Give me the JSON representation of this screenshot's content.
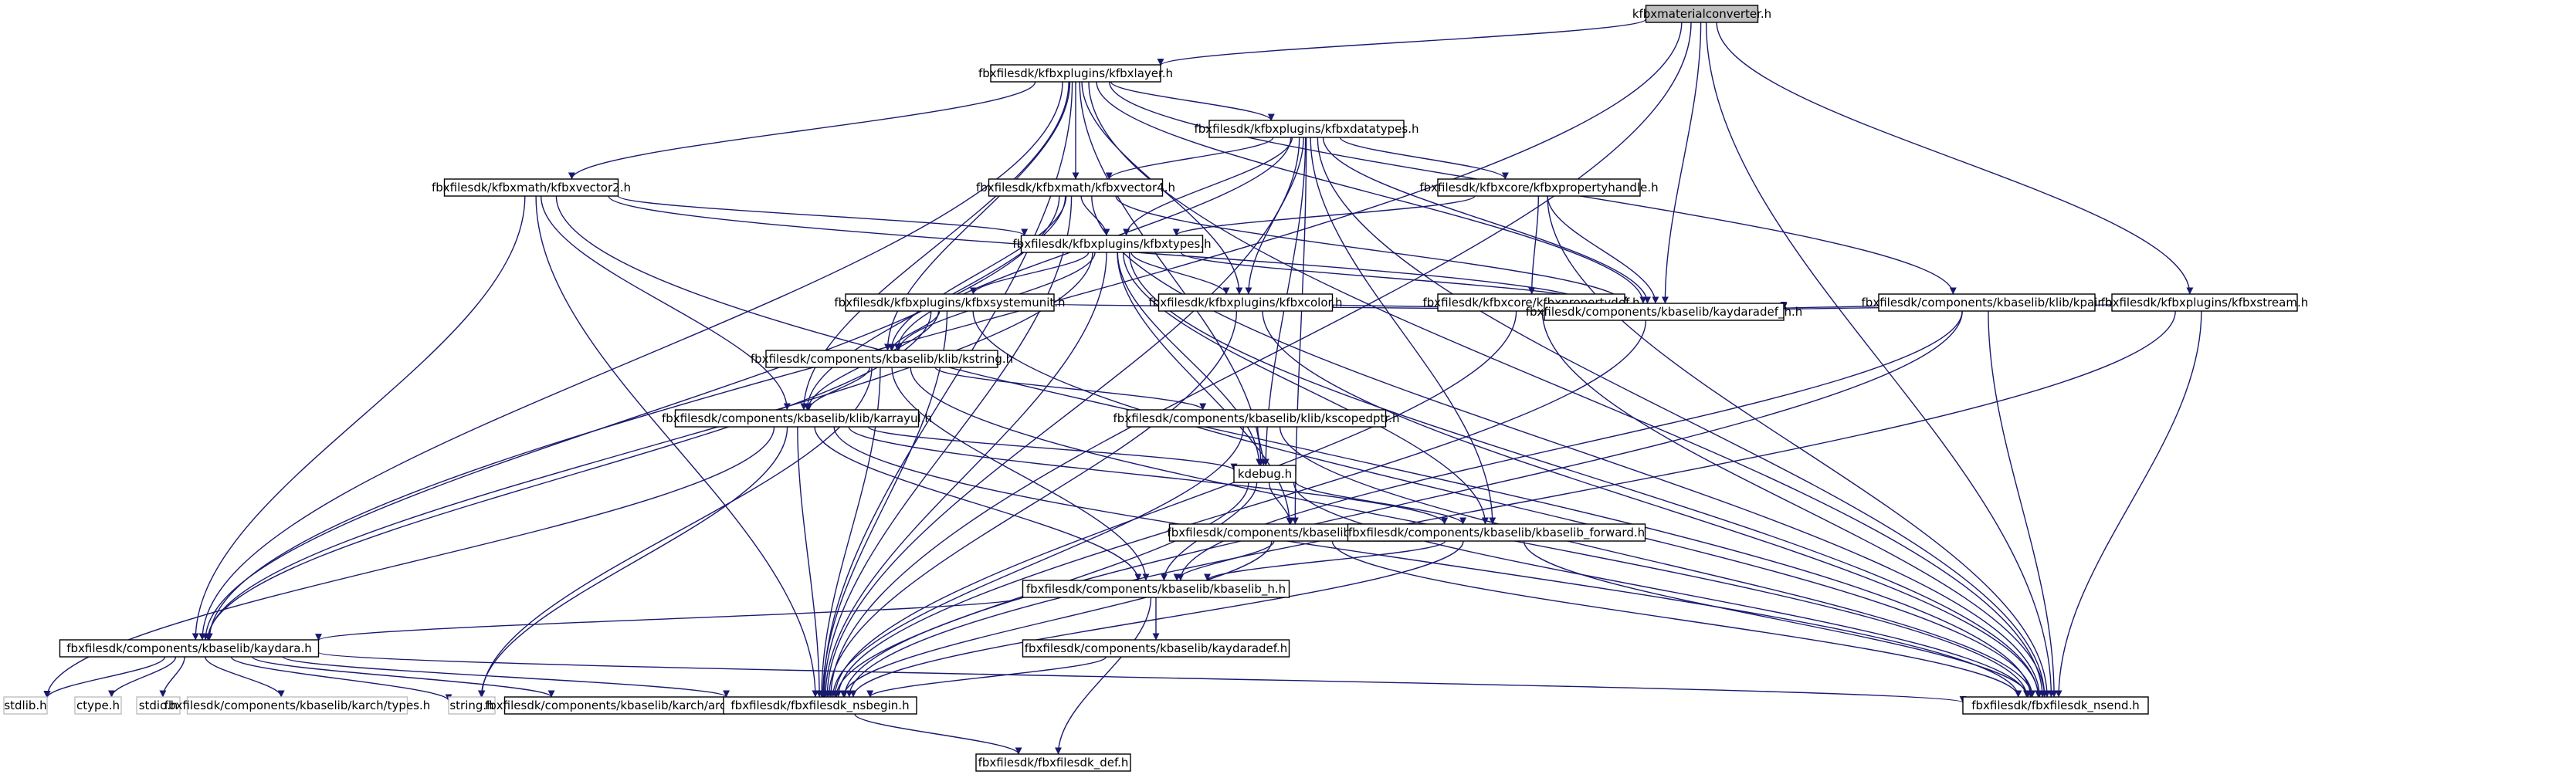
{
  "graph": {
    "edge_color": "#191970",
    "root_fill": "#bfbfbf",
    "external_border": "#bfbfbf",
    "nodes": [
      {
        "id": "root",
        "label": "kfbxmaterialconverter.h",
        "kind": "root"
      },
      {
        "id": "kfbxlayer",
        "label": "fbxfilesdk/kfbxplugins/kfbxlayer.h"
      },
      {
        "id": "kfbxdatatypes",
        "label": "fbxfilesdk/kfbxplugins/kfbxdatatypes.h"
      },
      {
        "id": "kfbxvector2",
        "label": "fbxfilesdk/kfbxmath/kfbxvector2.h"
      },
      {
        "id": "kfbxvector4",
        "label": "fbxfilesdk/kfbxmath/kfbxvector4.h"
      },
      {
        "id": "kfbxpropertyhandle",
        "label": "fbxfilesdk/kfbxcore/kfbxpropertyhandle.h"
      },
      {
        "id": "kfbxtypes",
        "label": "fbxfilesdk/kfbxplugins/kfbxtypes.h"
      },
      {
        "id": "kfbxsystemunit",
        "label": "fbxfilesdk/kfbxplugins/kfbxsystemunit.h"
      },
      {
        "id": "kfbxcolor",
        "label": "fbxfilesdk/kfbxplugins/kfbxcolor.h"
      },
      {
        "id": "kfbxpropertydef",
        "label": "fbxfilesdk/kfbxcore/kfbxpropertydef.h"
      },
      {
        "id": "kpair",
        "label": "fbxfilesdk/components/kbaselib/klib/kpair.h"
      },
      {
        "id": "kfbxstream",
        "label": "fbxfilesdk/kfbxplugins/kfbxstream.h"
      },
      {
        "id": "kaydaradef_h",
        "label": "fbxfilesdk/components/kbaselib/kaydaradef_h.h"
      },
      {
        "id": "kstring",
        "label": "fbxfilesdk/components/kbaselib/klib/kstring.h"
      },
      {
        "id": "karrayul",
        "label": "fbxfilesdk/components/kbaselib/klib/karrayul.h"
      },
      {
        "id": "kscopedptr",
        "label": "fbxfilesdk/components/kbaselib/klib/kscopedptr.h"
      },
      {
        "id": "kdebug",
        "label": "kdebug.h"
      },
      {
        "id": "ktime",
        "label": "fbxfilesdk/components/kbaselib/klib/ktime.h"
      },
      {
        "id": "kbaselib_forward",
        "label": "fbxfilesdk/components/kbaselib/kbaselib_forward.h"
      },
      {
        "id": "kbaselib_h",
        "label": "fbxfilesdk/components/kbaselib/kbaselib_h.h"
      },
      {
        "id": "kaydaradef",
        "label": "fbxfilesdk/components/kbaselib/kaydaradef.h"
      },
      {
        "id": "kaydara",
        "label": "fbxfilesdk/components/kbaselib/kaydara.h"
      },
      {
        "id": "stdlib",
        "label": "stdlib.h",
        "kind": "ext"
      },
      {
        "id": "ctype",
        "label": "ctype.h",
        "kind": "ext"
      },
      {
        "id": "stdio",
        "label": "stdio.h",
        "kind": "ext"
      },
      {
        "id": "types",
        "label": "fbxfilesdk/components/kbaselib/karch/types.h",
        "kind": "ext"
      },
      {
        "id": "string",
        "label": "string.h",
        "kind": "ext"
      },
      {
        "id": "arch",
        "label": "fbxfilesdk/components/kbaselib/karch/arch.h"
      },
      {
        "id": "nsbegin",
        "label": "fbxfilesdk/fbxfilesdk_nsbegin.h"
      },
      {
        "id": "nsend",
        "label": "fbxfilesdk/fbxfilesdk_nsend.h"
      },
      {
        "id": "def",
        "label": "fbxfilesdk/fbxfilesdk_def.h"
      }
    ],
    "edges": [
      [
        "root",
        "kfbxlayer"
      ],
      [
        "root",
        "kaydara"
      ],
      [
        "root",
        "nsbegin"
      ],
      [
        "root",
        "kaydaradef_h"
      ],
      [
        "root",
        "kfbxstream"
      ],
      [
        "root",
        "nsend"
      ],
      [
        "kfbxlayer",
        "kfbxdatatypes"
      ],
      [
        "kfbxlayer",
        "kfbxvector2"
      ],
      [
        "kfbxlayer",
        "kfbxvector4"
      ],
      [
        "kfbxlayer",
        "kfbxcolor"
      ],
      [
        "kfbxlayer",
        "kstring"
      ],
      [
        "kfbxlayer",
        "karrayul"
      ],
      [
        "kfbxlayer",
        "kdebug"
      ],
      [
        "kfbxlayer",
        "kaydara"
      ],
      [
        "kfbxlayer",
        "nsbegin"
      ],
      [
        "kfbxlayer",
        "kaydaradef_h"
      ],
      [
        "kfbxlayer",
        "kpair"
      ],
      [
        "kfbxlayer",
        "nsend"
      ],
      [
        "kfbxdatatypes",
        "kfbxvector4"
      ],
      [
        "kfbxdatatypes",
        "kfbxpropertyhandle"
      ],
      [
        "kfbxdatatypes",
        "kfbxtypes"
      ],
      [
        "kfbxdatatypes",
        "kfbxcolor"
      ],
      [
        "kfbxdatatypes",
        "kstring"
      ],
      [
        "kfbxdatatypes",
        "kdebug"
      ],
      [
        "kfbxdatatypes",
        "ktime"
      ],
      [
        "kfbxdatatypes",
        "kbaselib_forward"
      ],
      [
        "kfbxdatatypes",
        "kaydaradef_h"
      ],
      [
        "kfbxdatatypes",
        "nsbegin"
      ],
      [
        "kfbxdatatypes",
        "nsend"
      ],
      [
        "kfbxvector2",
        "kfbxtypes"
      ],
      [
        "kfbxvector2",
        "karrayul"
      ],
      [
        "kfbxvector2",
        "kaydara"
      ],
      [
        "kfbxvector2",
        "nsbegin"
      ],
      [
        "kfbxvector2",
        "kaydaradef_h"
      ],
      [
        "kfbxvector2",
        "nsend"
      ],
      [
        "kfbxvector4",
        "kfbxtypes"
      ],
      [
        "kfbxvector4",
        "kstring"
      ],
      [
        "kfbxvector4",
        "karrayul"
      ],
      [
        "kfbxvector4",
        "kaydara"
      ],
      [
        "kfbxvector4",
        "nsbegin"
      ],
      [
        "kfbxvector4",
        "kaydaradef_h"
      ],
      [
        "kfbxvector4",
        "nsend"
      ],
      [
        "kfbxpropertyhandle",
        "kfbxtypes"
      ],
      [
        "kfbxpropertyhandle",
        "kfbxpropertydef"
      ],
      [
        "kfbxpropertyhandle",
        "kaydaradef_h"
      ],
      [
        "kfbxpropertyhandle",
        "nsend"
      ],
      [
        "kfbxtypes",
        "kfbxsystemunit"
      ],
      [
        "kfbxtypes",
        "kfbxcolor"
      ],
      [
        "kfbxtypes",
        "kstring"
      ],
      [
        "kfbxtypes",
        "kdebug"
      ],
      [
        "kfbxtypes",
        "ktime"
      ],
      [
        "kfbxtypes",
        "kbaselib_forward"
      ],
      [
        "kfbxtypes",
        "kaydaradef_h"
      ],
      [
        "kfbxtypes",
        "kaydara"
      ],
      [
        "kfbxtypes",
        "nsbegin"
      ],
      [
        "kfbxtypes",
        "nsend"
      ],
      [
        "kfbxsystemunit",
        "kstring"
      ],
      [
        "kfbxsystemunit",
        "karrayul"
      ],
      [
        "kfbxsystemunit",
        "kaydaradef_h"
      ],
      [
        "kfbxsystemunit",
        "kaydara"
      ],
      [
        "kfbxsystemunit",
        "nsbegin"
      ],
      [
        "kfbxsystemunit",
        "nsend"
      ],
      [
        "kfbxcolor",
        "kaydaradef_h"
      ],
      [
        "kfbxcolor",
        "nsbegin"
      ],
      [
        "kfbxcolor",
        "nsend"
      ],
      [
        "kfbxpropertydef",
        "kaydaradef_h"
      ],
      [
        "kfbxpropertydef",
        "nsbegin"
      ],
      [
        "kfbxpropertydef",
        "nsend"
      ],
      [
        "kpair",
        "kaydaradef_h"
      ],
      [
        "kpair",
        "kbaselib_h"
      ],
      [
        "kpair",
        "nsbegin"
      ],
      [
        "kpair",
        "nsend"
      ],
      [
        "kfbxstream",
        "kaydaradef_h"
      ],
      [
        "kfbxstream",
        "nsbegin"
      ],
      [
        "kfbxstream",
        "nsend"
      ],
      [
        "kaydaradef_h",
        "nsbegin"
      ],
      [
        "kstring",
        "karrayul"
      ],
      [
        "kstring",
        "kscopedptr"
      ],
      [
        "kstring",
        "kbaselib_h"
      ],
      [
        "kstring",
        "string"
      ],
      [
        "kstring",
        "nsbegin"
      ],
      [
        "kstring",
        "nsend"
      ],
      [
        "karrayul",
        "kdebug"
      ],
      [
        "karrayul",
        "kbaselib_forward"
      ],
      [
        "karrayul",
        "kbaselib_h"
      ],
      [
        "karrayul",
        "stdlib"
      ],
      [
        "karrayul",
        "string"
      ],
      [
        "karrayul",
        "nsbegin"
      ],
      [
        "karrayul",
        "nsend"
      ],
      [
        "kscopedptr",
        "kdebug"
      ],
      [
        "kscopedptr",
        "nsbegin"
      ],
      [
        "kscopedptr",
        "nsend"
      ],
      [
        "kdebug",
        "ktime"
      ],
      [
        "kdebug",
        "kbaselib_forward"
      ],
      [
        "kdebug",
        "kbaselib_h"
      ],
      [
        "kdebug",
        "nsbegin"
      ],
      [
        "kdebug",
        "nsend"
      ],
      [
        "ktime",
        "kbaselib_h"
      ],
      [
        "ktime",
        "nsbegin"
      ],
      [
        "ktime",
        "nsend"
      ],
      [
        "kbaselib_forward",
        "kbaselib_h"
      ],
      [
        "kbaselib_forward",
        "nsbegin"
      ],
      [
        "kbaselib_forward",
        "nsend"
      ],
      [
        "kbaselib_h",
        "kaydara"
      ],
      [
        "kbaselib_h",
        "kaydaradef"
      ],
      [
        "kbaselib_h",
        "def"
      ],
      [
        "kaydaradef",
        "nsbegin"
      ],
      [
        "kaydara",
        "stdlib"
      ],
      [
        "kaydara",
        "ctype"
      ],
      [
        "kaydara",
        "stdio"
      ],
      [
        "kaydara",
        "types"
      ],
      [
        "kaydara",
        "string"
      ],
      [
        "kaydara",
        "arch"
      ],
      [
        "kaydara",
        "nsbegin"
      ],
      [
        "kaydara",
        "nsend"
      ],
      [
        "nsbegin",
        "def"
      ]
    ]
  }
}
